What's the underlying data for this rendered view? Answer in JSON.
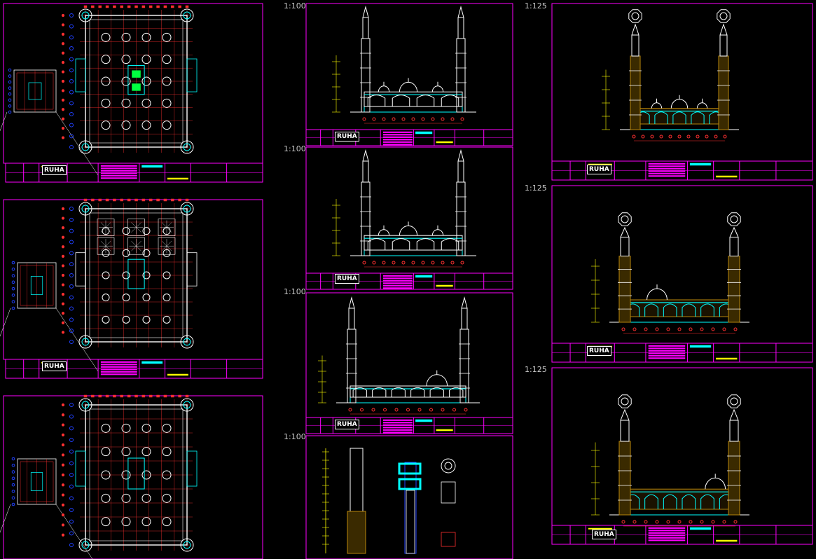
{
  "colors": {
    "frame": "#ff00ff",
    "grid": "#ff3030",
    "structure": "#ffffff",
    "accent": "#00ffff",
    "column": "#2040ff",
    "note": "#ffff00",
    "facade": "#b8860b",
    "green": "#00ff40"
  },
  "scales": {
    "elevations_left": "1:100",
    "elevations_right": "1:125"
  },
  "title_block": {
    "logo": "RUHA"
  }
}
